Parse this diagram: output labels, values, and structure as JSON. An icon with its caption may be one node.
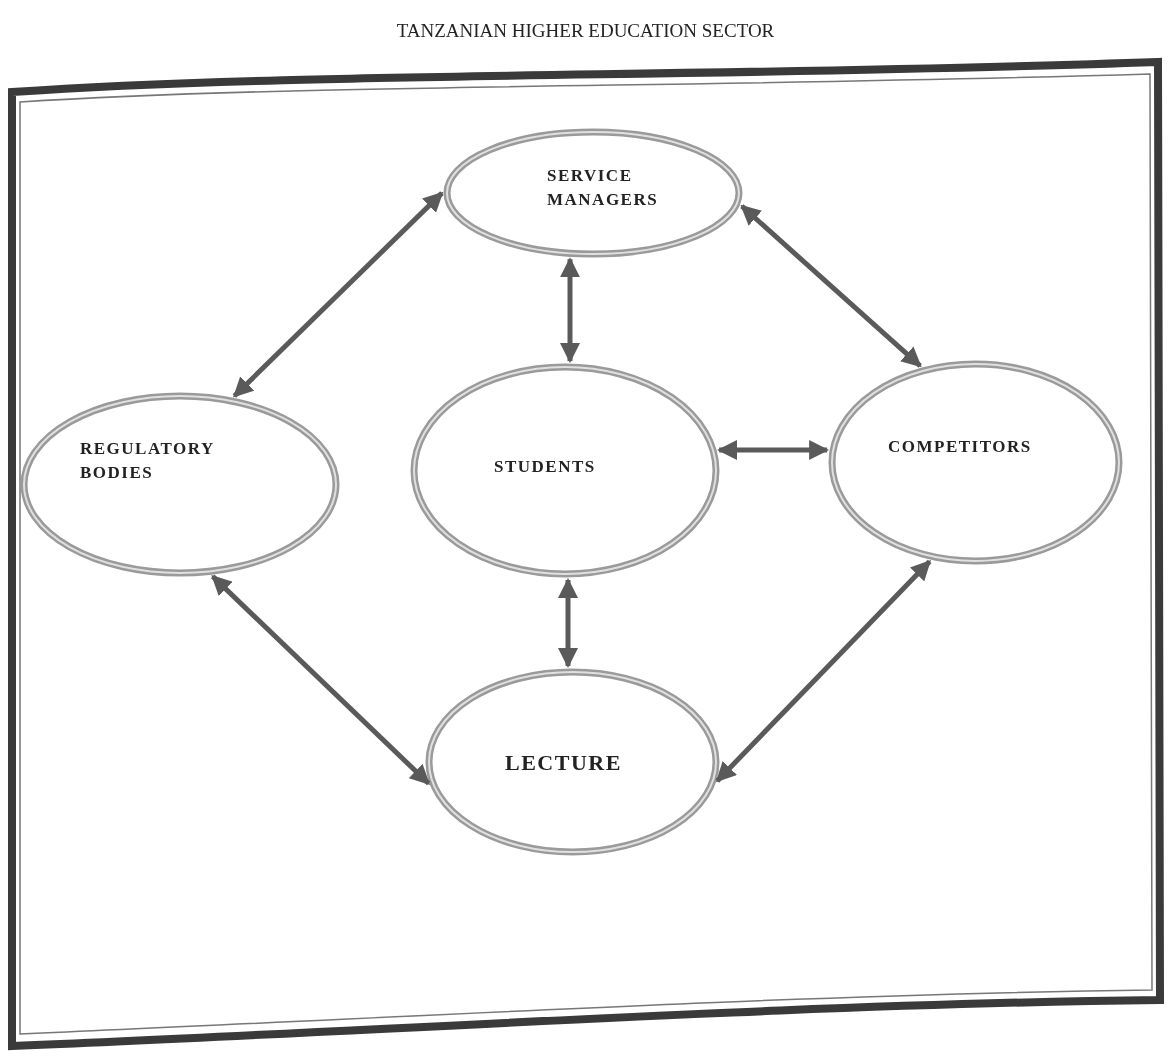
{
  "diagram": {
    "nodes": [
      {
        "text": [
          "TANZANIAN HIGHER EDUCATION SECTOR"
        ]
      },
      {
        "text": [
          "SERVICE MANAGERS"
        ],
        "in": 0
      },
      {
        "text": [
          "REGULATORY BODIES"
        ],
        "in": 0
      },
      {
        "text": [
          "STUDENTS"
        ],
        "in": 0
      },
      {
        "text": [
          "COMPETITORS"
        ],
        "in": 0
      },
      {
        "text": [
          "LECTURE"
        ],
        "in": 0
      }
    ],
    "edges": [
      {
        "from": 1,
        "to": 2,
        "arrow": "both"
      },
      {
        "from": 1,
        "to": 3,
        "arrow": "both"
      },
      {
        "from": 1,
        "to": 4,
        "arrow": "both"
      },
      {
        "from": 3,
        "to": 4,
        "arrow": "both"
      },
      {
        "from": 3,
        "to": 5,
        "arrow": "both"
      },
      {
        "from": 2,
        "to": 5,
        "arrow": "both"
      },
      {
        "from": 4,
        "to": 5,
        "arrow": "both"
      }
    ]
  }
}
